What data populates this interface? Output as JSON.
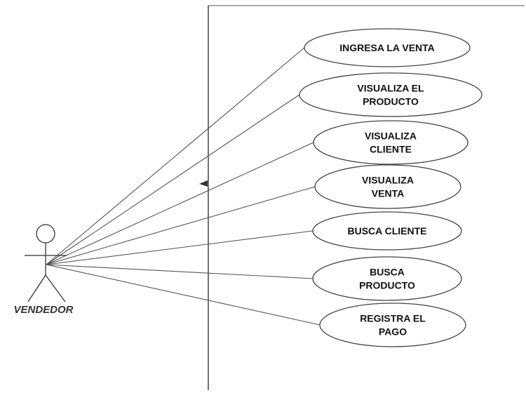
{
  "actor": {
    "name": "VENDEDOR"
  },
  "use_cases": [
    {
      "lines": [
        "INGRESA LA VENTA"
      ]
    },
    {
      "lines": [
        "VISUALIZA EL",
        "PRODUCTO"
      ]
    },
    {
      "lines": [
        "VISUALIZA",
        "CLIENTE"
      ]
    },
    {
      "lines": [
        "VISUALIZA",
        "VENTA"
      ]
    },
    {
      "lines": [
        "BUSCA CLIENTE"
      ]
    },
    {
      "lines": [
        "BUSCA",
        "PRODUCTO"
      ]
    },
    {
      "lines": [
        "REGISTRA EL",
        "PAGO"
      ]
    }
  ]
}
